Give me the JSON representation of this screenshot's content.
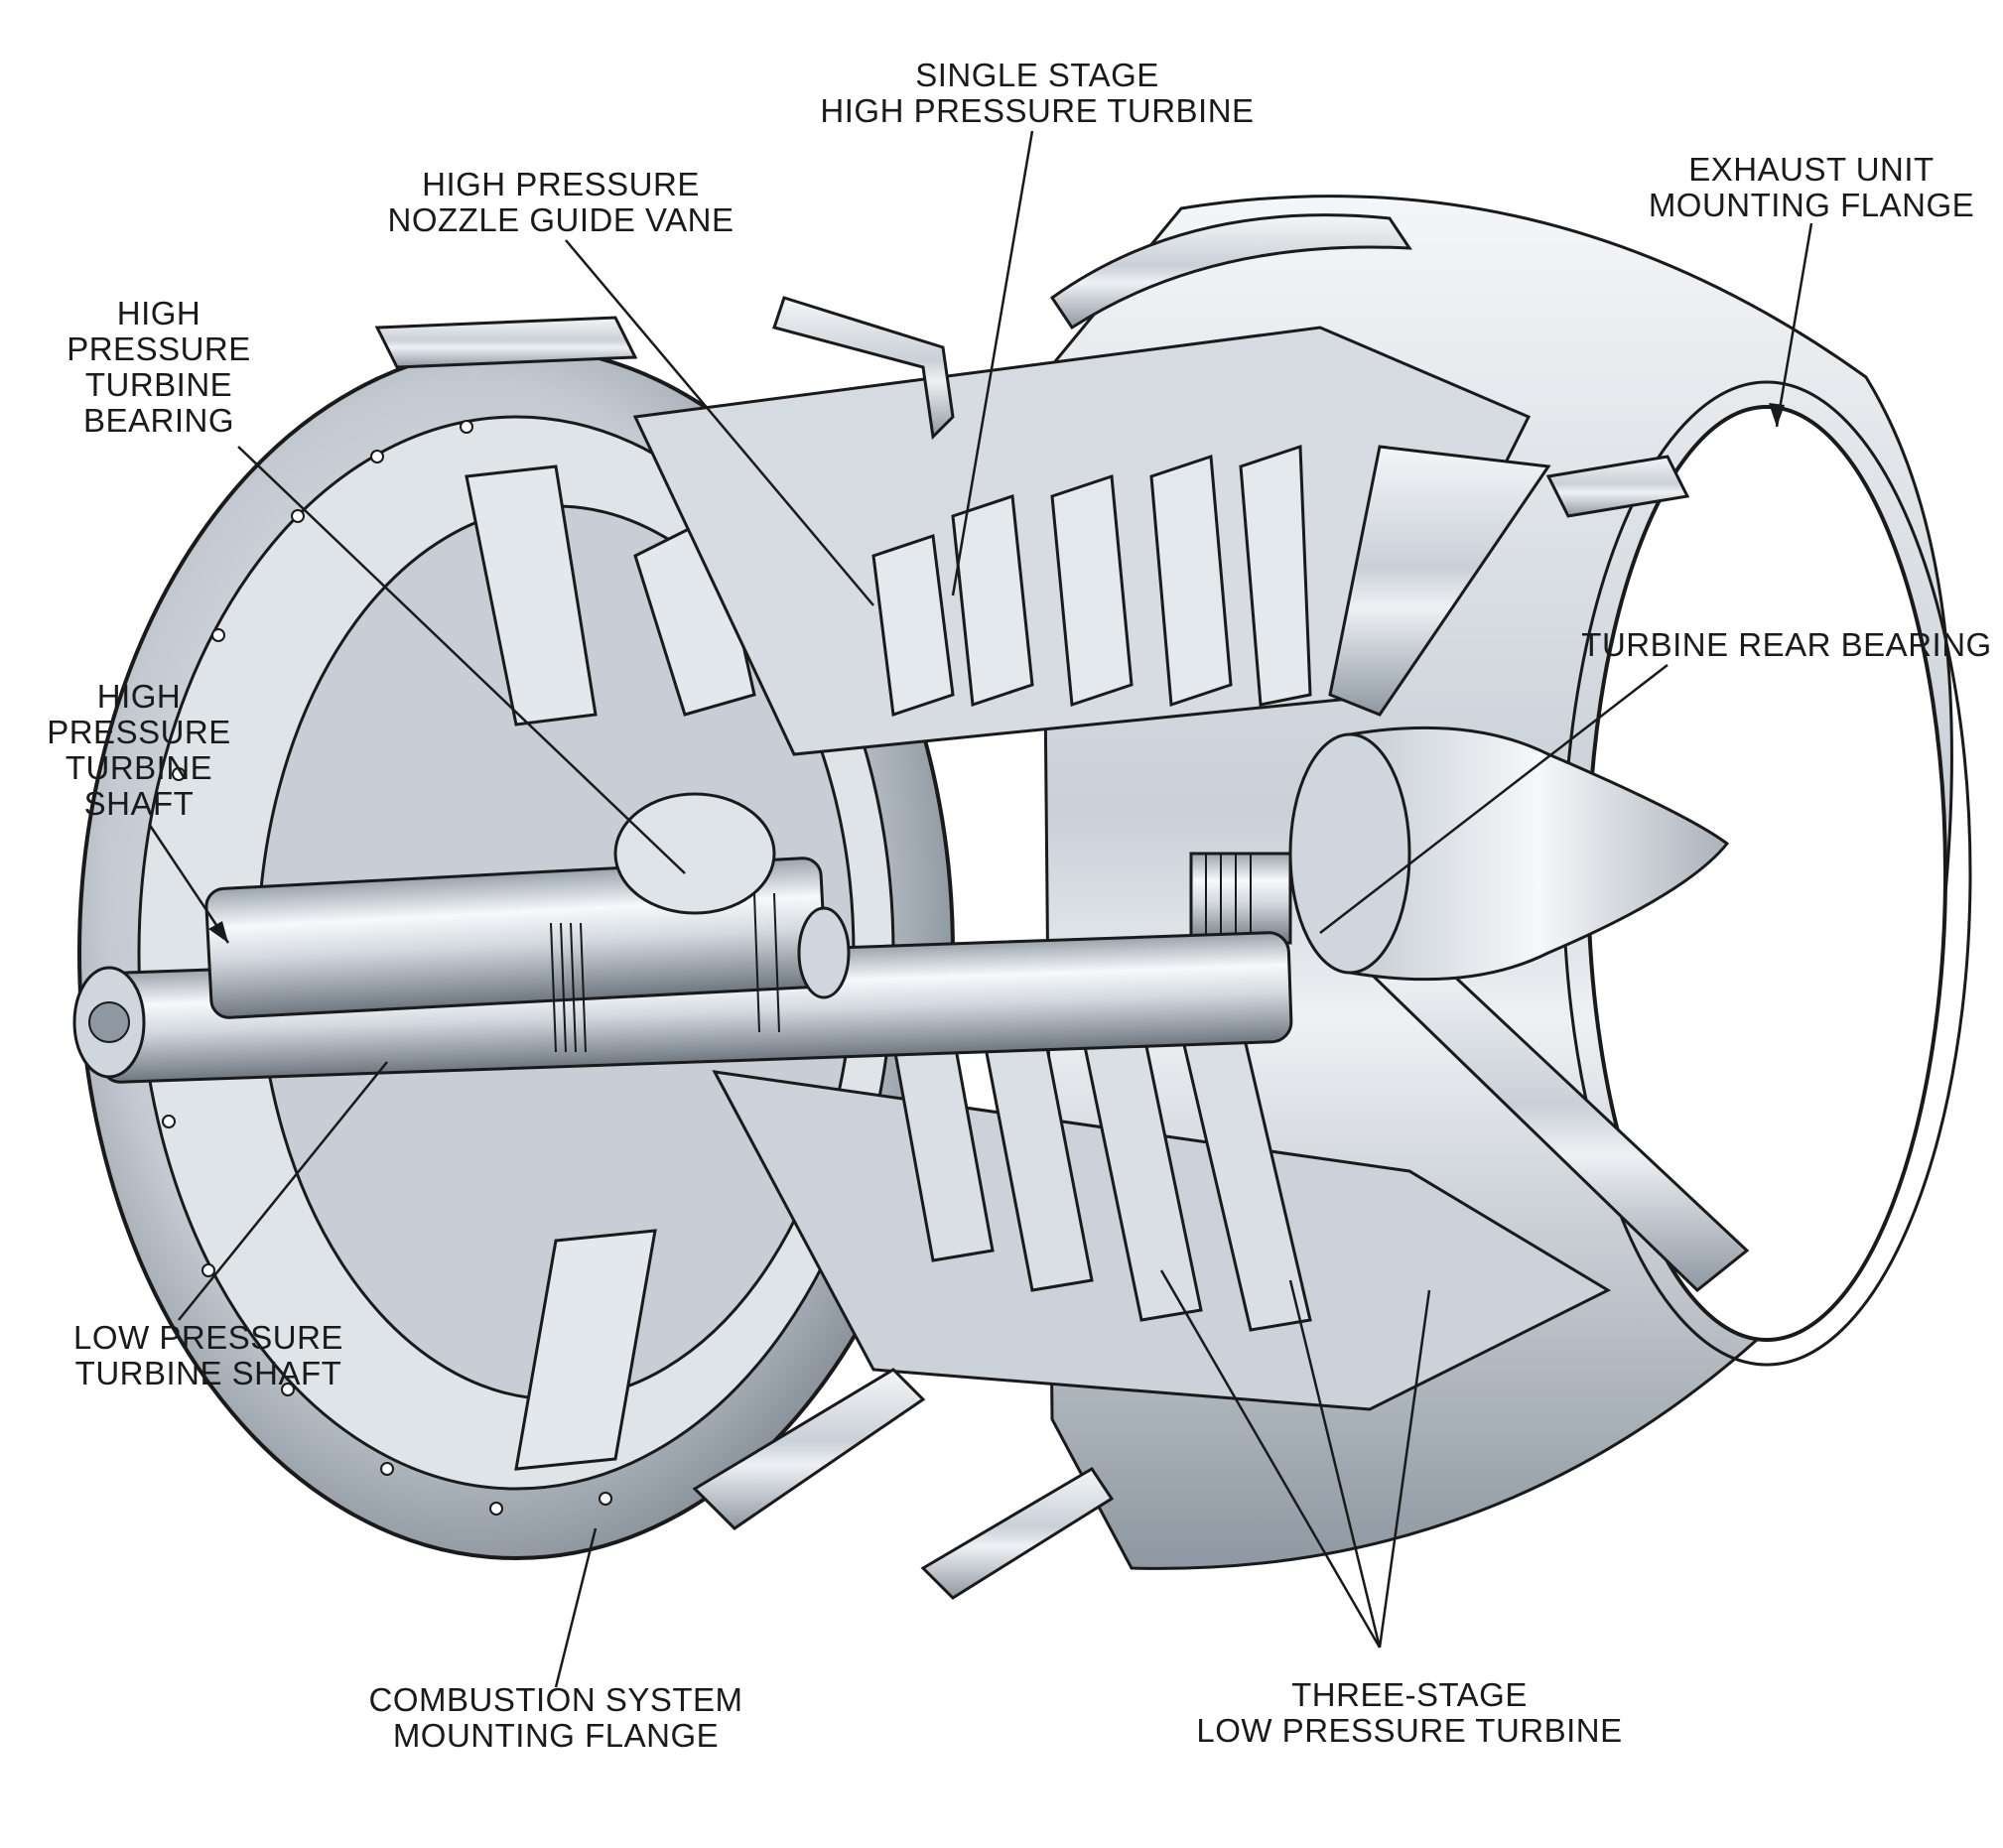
{
  "labels": {
    "hp_turbine_single": {
      "line1": "SINGLE STAGE",
      "line2": "HIGH PRESSURE TURBINE"
    },
    "hp_ngv": {
      "line1": "HIGH PRESSURE",
      "line2": "NOZZLE GUIDE VANE"
    },
    "exhaust_flange": {
      "line1": "EXHAUST UNIT",
      "line2": "MOUNTING  FLANGE"
    },
    "hp_bearing": {
      "line1": "HIGH",
      "line2": "PRESSURE",
      "line3": "TURBINE",
      "line4": "BEARING"
    },
    "hp_shaft": {
      "line1": "HIGH",
      "line2": "PRESSURE",
      "line3": "TURBINE",
      "line4": "SHAFT"
    },
    "rear_bearing": {
      "line1": "TURBINE REAR BEARING"
    },
    "lp_shaft": {
      "line1": "LOW PRESSURE",
      "line2": "TURBINE SHAFT"
    },
    "combustion_flange": {
      "line1": "COMBUSTION SYSTEM",
      "line2": "MOUNTING FLANGE"
    },
    "lp_turbine": {
      "line1": "THREE-STAGE",
      "line2": "LOW PRESSURE TURBINE"
    }
  },
  "colors": {
    "metal_light": "#eef1f4",
    "metal_mid": "#b9c2cb",
    "metal_dark": "#5d6670",
    "line": "#1a1a1a"
  }
}
